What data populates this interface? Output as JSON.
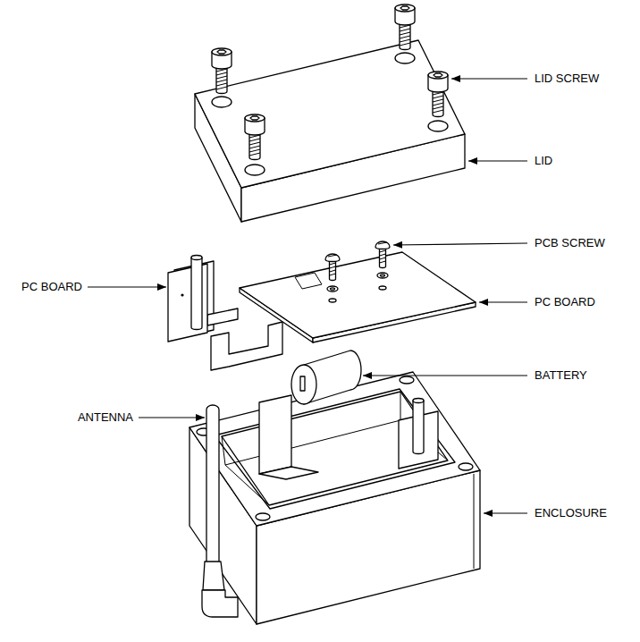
{
  "diagram": {
    "labels": [
      "LID SCREW",
      "LID",
      "PCB SCREW",
      "PC BOARD",
      "PC BOARD",
      "BATTERY",
      "ANTENNA",
      "ENCLOSURE"
    ]
  }
}
